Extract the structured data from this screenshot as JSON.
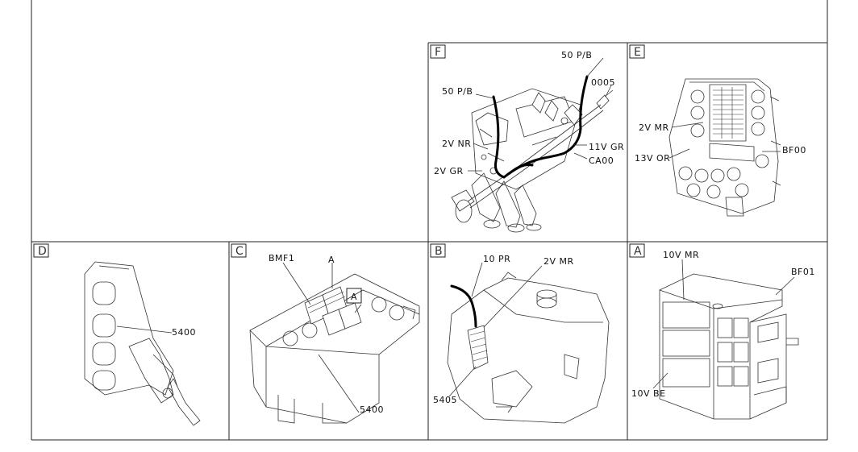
{
  "panels": {
    "F": {
      "letter": "F",
      "labels": [
        "50 P/B",
        "50 P/B",
        "0005",
        "2V NR",
        "11V GR",
        "2V GR",
        "CA00"
      ]
    },
    "E": {
      "letter": "E",
      "labels": [
        "2V MR",
        "BF00",
        "13V OR"
      ]
    },
    "D": {
      "letter": "D",
      "labels": [
        "5400"
      ]
    },
    "C": {
      "letter": "C",
      "labels": [
        "BMF1",
        "A",
        "A",
        "5400"
      ]
    },
    "B": {
      "letter": "B",
      "labels": [
        "10 PR",
        "2V MR",
        "5405"
      ]
    },
    "A": {
      "letter": "A",
      "labels": [
        "10V MR",
        "BF01",
        "10V BE"
      ]
    }
  }
}
